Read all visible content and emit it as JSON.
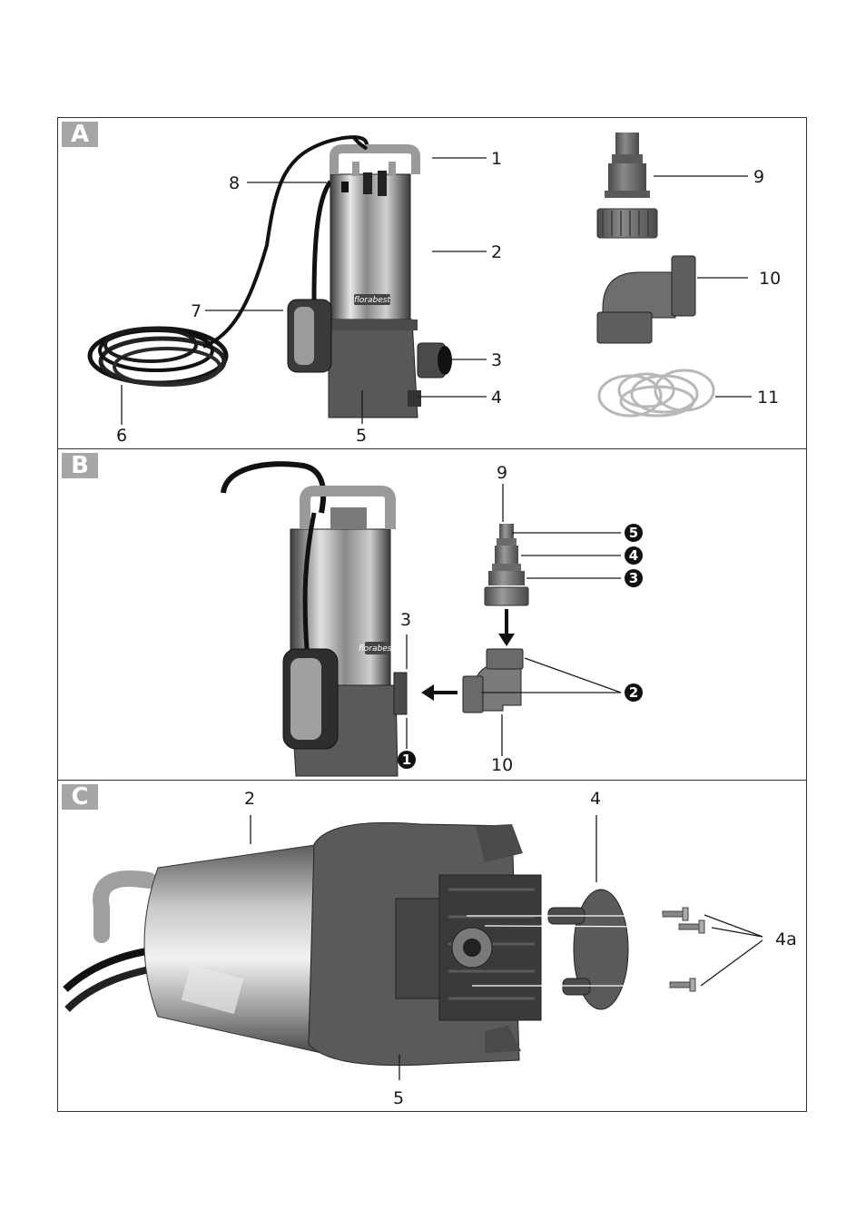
{
  "panels": {
    "a": {
      "tag": "A"
    },
    "b": {
      "tag": "B"
    },
    "c": {
      "tag": "C"
    }
  },
  "brand_logo": "florabest",
  "labels_a": {
    "l1": "1",
    "l2": "2",
    "l3": "3",
    "l4": "4",
    "l5": "5",
    "l6": "6",
    "l7": "7",
    "l8": "8",
    "l9": "9",
    "l10": "10",
    "l11": "11"
  },
  "labels_b": {
    "l9": "9",
    "l3": "3",
    "l10": "10",
    "s1": "1",
    "s2": "2",
    "s3": "3",
    "s4": "4",
    "s5": "5"
  },
  "labels_c": {
    "l2": "2",
    "l4": "4",
    "l4a": "4a",
    "l5": "5"
  },
  "colors": {
    "steel_dark": "#4a4a4a",
    "steel_light": "#d8d8d8",
    "base": "#555555",
    "handle": "#9a9a9a",
    "fitting": "#6e6e6e"
  }
}
